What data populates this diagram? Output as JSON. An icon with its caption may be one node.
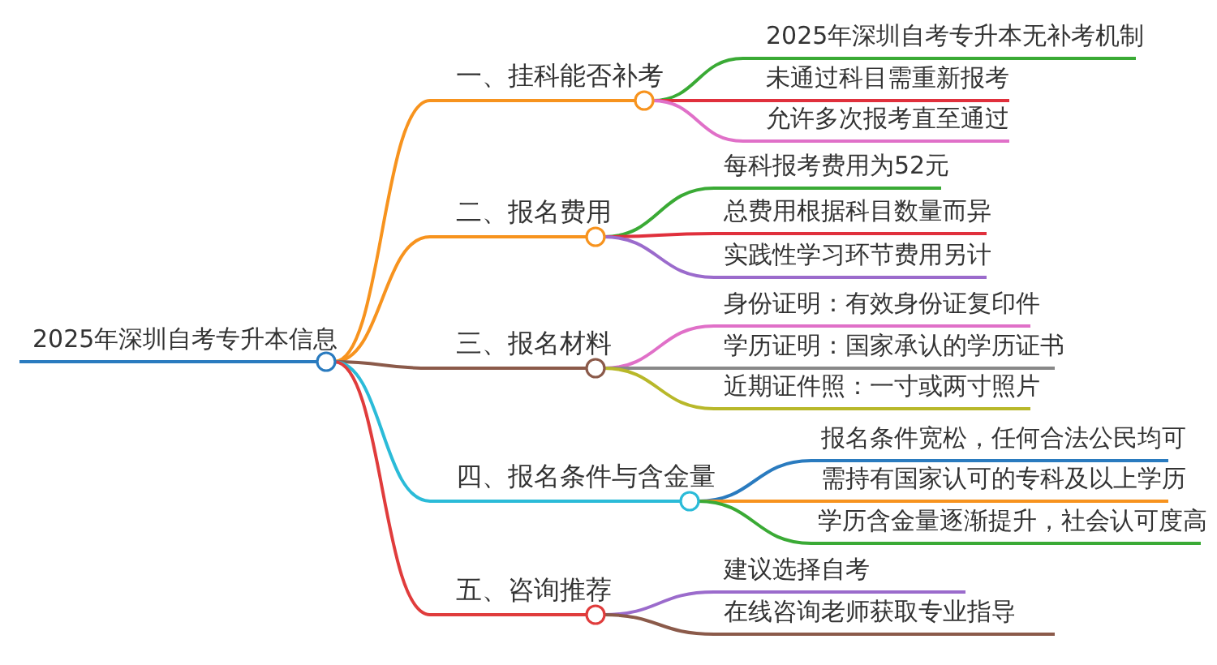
{
  "diagram": {
    "nodes": [
      {
        "text": [
          "2025年深圳自考专升本信息"
        ]
      },
      {
        "text": [
          "一、挂科能否补考"
        ]
      },
      {
        "text": [
          "2025年深圳自考专升本无补考机制"
        ]
      },
      {
        "text": [
          "未通过科目需重新报考"
        ]
      },
      {
        "text": [
          "允许多次报考直至通过"
        ]
      },
      {
        "text": [
          "二、报名费用"
        ]
      },
      {
        "text": [
          "每科报考费用为52元"
        ]
      },
      {
        "text": [
          "总费用根据科目数量而异"
        ]
      },
      {
        "text": [
          "实践性学习环节费用另计"
        ]
      },
      {
        "text": [
          "三、报名材料"
        ]
      },
      {
        "text": [
          "身份证明：有效身份证复印件"
        ]
      },
      {
        "text": [
          "学历证明：国家承认的学历证书"
        ]
      },
      {
        "text": [
          "近期证件照：一寸或两寸照片"
        ]
      },
      {
        "text": [
          "四、报名条件与含金量"
        ]
      },
      {
        "text": [
          "报名条件宽松，任何合法公民均可"
        ]
      },
      {
        "text": [
          "需持有国家认可的专科及以上学历"
        ]
      },
      {
        "text": [
          "学历含金量逐渐提升，社会认可度高"
        ]
      },
      {
        "text": [
          "五、咨询推荐"
        ]
      },
      {
        "text": [
          "建议选择自考"
        ]
      },
      {
        "text": [
          "在线咨询老师获取专业指导"
        ]
      }
    ],
    "edges": [
      {
        "from": 0,
        "to": 1,
        "arrow": "none",
        "color": "#f7931e"
      },
      {
        "from": 0,
        "to": 5,
        "arrow": "none",
        "color": "#f7931e"
      },
      {
        "from": 0,
        "to": 9,
        "arrow": "none",
        "color": "#8b5a4a"
      },
      {
        "from": 0,
        "to": 13,
        "arrow": "none",
        "color": "#2bbbd8"
      },
      {
        "from": 0,
        "to": 17,
        "arrow": "none",
        "color": "#e03c3c"
      },
      {
        "from": 1,
        "to": 2,
        "arrow": "none",
        "color": "#3aaa35"
      },
      {
        "from": 1,
        "to": 3,
        "arrow": "none",
        "color": "#e0303c"
      },
      {
        "from": 1,
        "to": 4,
        "arrow": "none",
        "color": "#e070c8"
      },
      {
        "from": 5,
        "to": 6,
        "arrow": "none",
        "color": "#3aaa35"
      },
      {
        "from": 5,
        "to": 7,
        "arrow": "none",
        "color": "#e0303c"
      },
      {
        "from": 5,
        "to": 8,
        "arrow": "none",
        "color": "#9b6bcc"
      },
      {
        "from": 9,
        "to": 10,
        "arrow": "none",
        "color": "#e070c8"
      },
      {
        "from": 9,
        "to": 11,
        "arrow": "none",
        "color": "#888888"
      },
      {
        "from": 9,
        "to": 12,
        "arrow": "none",
        "color": "#b8b82a"
      },
      {
        "from": 13,
        "to": 14,
        "arrow": "none",
        "color": "#2a7bbf"
      },
      {
        "from": 13,
        "to": 15,
        "arrow": "none",
        "color": "#f7931e"
      },
      {
        "from": 13,
        "to": 16,
        "arrow": "none",
        "color": "#3aaa35"
      },
      {
        "from": 17,
        "to": 18,
        "arrow": "none",
        "color": "#9b6bcc"
      },
      {
        "from": 17,
        "to": 19,
        "arrow": "none",
        "color": "#8b5a4a"
      }
    ]
  }
}
